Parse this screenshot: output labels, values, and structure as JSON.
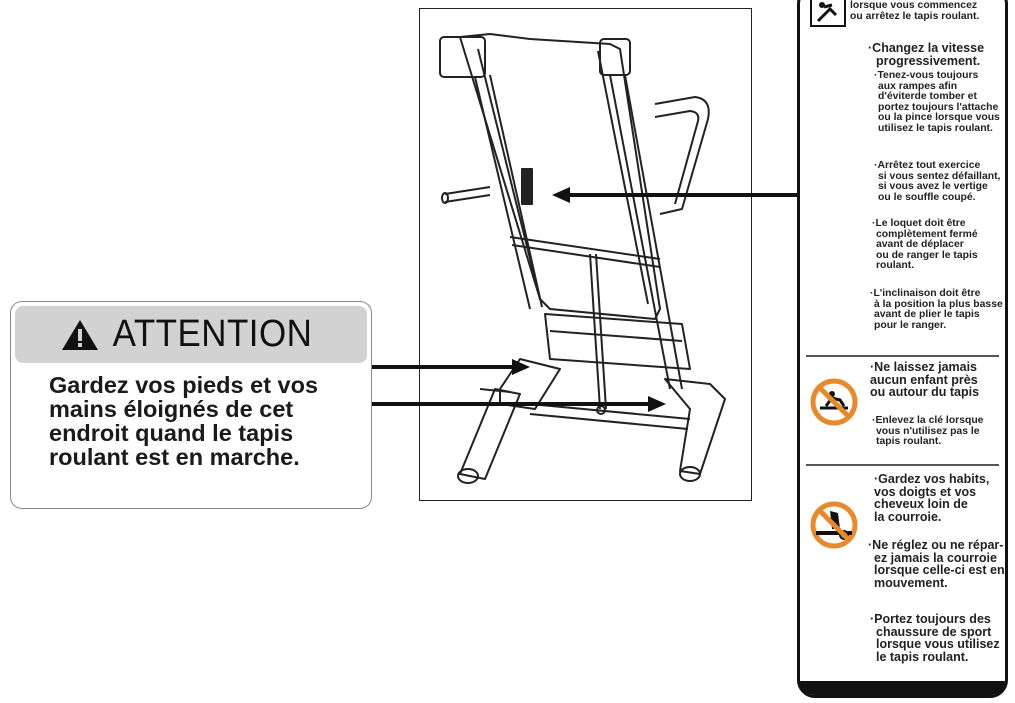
{
  "attention": {
    "title": "ATTENTION",
    "body_lines": [
      "Gardez vos pieds et vos",
      "mains éloignés de cet",
      "endroit quand le tapis",
      "roulant est en marche."
    ]
  },
  "panel": {
    "top_lines": [
      "lorsque vous commencez",
      "ou arrêtez le tapis roulant."
    ],
    "speed_lines": [
      "·Changez la vitesse",
      "progressivement."
    ],
    "rails_lines": [
      "·Tenez-vous toujours",
      "aux rampes afin",
      "d'éviterde tomber et",
      "portez toujours l'attache",
      "ou la pince lorsque vous",
      "utilisez le tapis roulant."
    ],
    "stop_lines": [
      "·Arrêtez tout exercice",
      "si vous sentez défaillant,",
      "si vous avez le vertige",
      "ou le souffle coupé."
    ],
    "latch_lines": [
      "·Le loquet doit être",
      "complètement fermé",
      "avant de déplacer",
      "ou de ranger le tapis",
      "roulant."
    ],
    "incline_lines": [
      "·L'inclinaison doit être",
      "à la position la plus basse",
      "avant de plier le tapis",
      "pour le  ranger."
    ],
    "children_lines": [
      "·Ne laissez jamais",
      "aucun enfant près",
      "ou autour du tapis"
    ],
    "key_lines": [
      "·Enlevez la clé lorsque",
      "vous n'utilisez pas le",
      "tapis roulant."
    ],
    "clothes_lines": [
      "·Gardez vos habits,",
      "vos doigts et vos",
      "cheveux loin de",
      "la courroie."
    ],
    "repair_lines": [
      "·Ne réglez ou ne répar-",
      "ez jamais la courroie",
      "lorsque celle-ci est en",
      "mouvement."
    ],
    "shoes_lines": [
      "·Portez toujours des",
      "chaussure de sport",
      "lorsque vous utilisez",
      "le tapis roulant."
    ]
  },
  "colors": {
    "label_header": "#d2d2d2",
    "warning_orange": "#e8892a",
    "ink": "#111111"
  },
  "icons": [
    "warning-triangle-icon",
    "person-falling-icon",
    "no-children-icon",
    "no-hands-in-belt-icon"
  ]
}
